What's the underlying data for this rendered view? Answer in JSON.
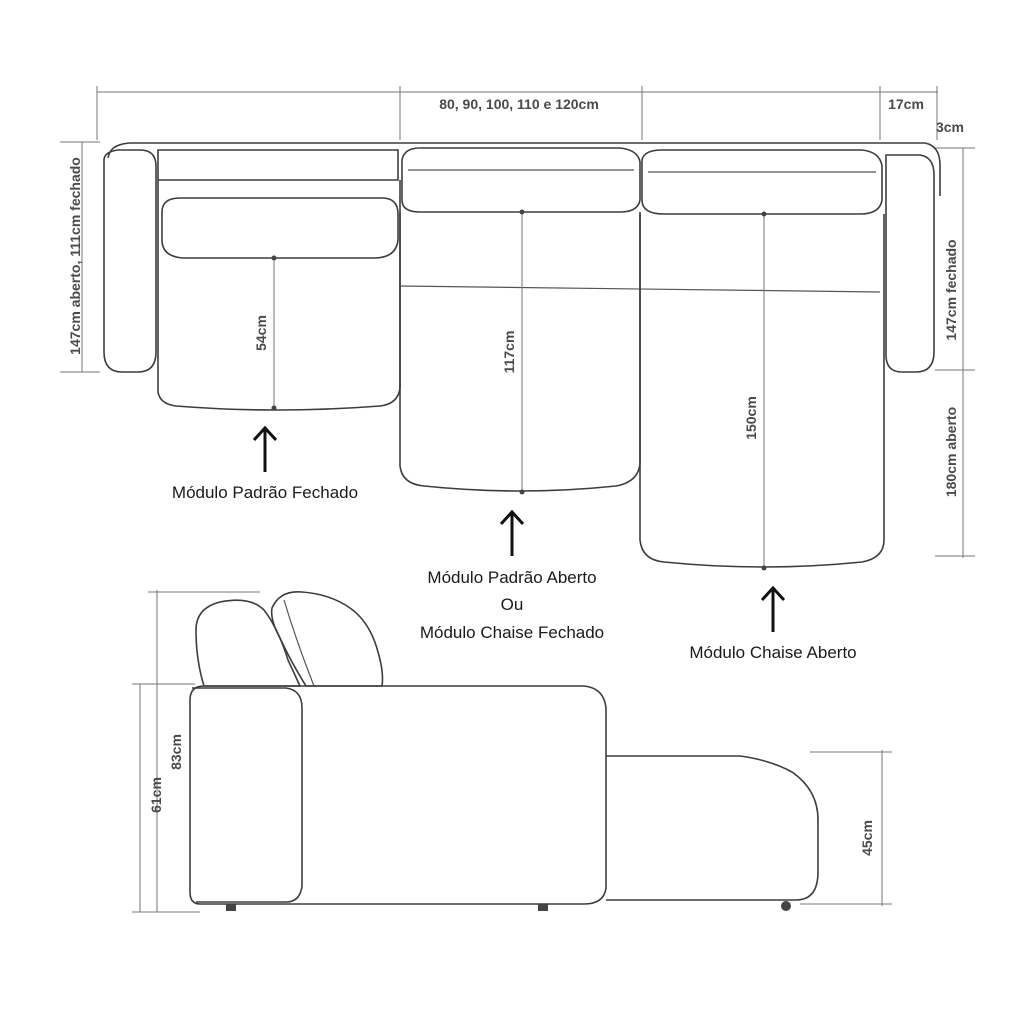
{
  "dimensions": {
    "width_options": "80, 90, 100, 110 e 120cm",
    "arm_width": "17cm",
    "arm_overhang": "3cm",
    "left_depth": "147cm aberto, 111cm fechado",
    "right_depth_closed": "147cm fechado",
    "right_depth_open": "180cm aberto",
    "seat_standard_closed": "54cm",
    "seat_standard_open": "117cm",
    "seat_chaise_open": "150cm",
    "total_height": "83cm",
    "arm_height": "61cm",
    "seat_height": "45cm"
  },
  "labels": {
    "standard_closed": "Módulo Padrão Fechado",
    "standard_open_line1": "Módulo Padrão Aberto",
    "standard_open_line2": "Ou",
    "standard_open_line3": "Módulo Chaise Fechado",
    "chaise_open": "Módulo Chaise Aberto"
  }
}
